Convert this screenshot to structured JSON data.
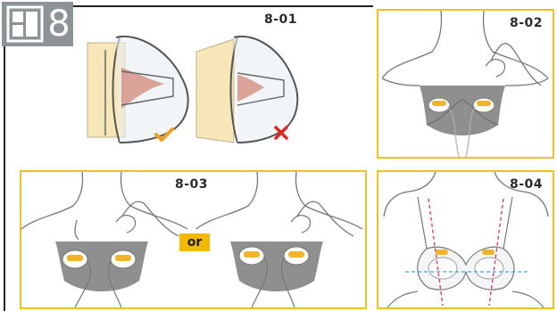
{
  "section": {
    "number": "8",
    "icon": "layout-grid-icon"
  },
  "steps": [
    {
      "id": "8-01"
    },
    {
      "id": "8-02"
    },
    {
      "id": "8-03"
    },
    {
      "id": "8-04"
    }
  ],
  "or_label": "or",
  "marks": {
    "correct": "checkmark-icon",
    "incorrect": "cross-icon"
  },
  "colors": {
    "accent_frame": "#f3c21a",
    "badge_gray": "#8d9497",
    "check_orange": "#f0a020",
    "cross_red": "#e3261c",
    "nipple_pink": "#d69488",
    "breast_cream": "#f7e7b8",
    "bra_gray": "#8f8f8f",
    "guide_line_red": "#d8365a",
    "guide_line_blue": "#3aa6d8"
  }
}
